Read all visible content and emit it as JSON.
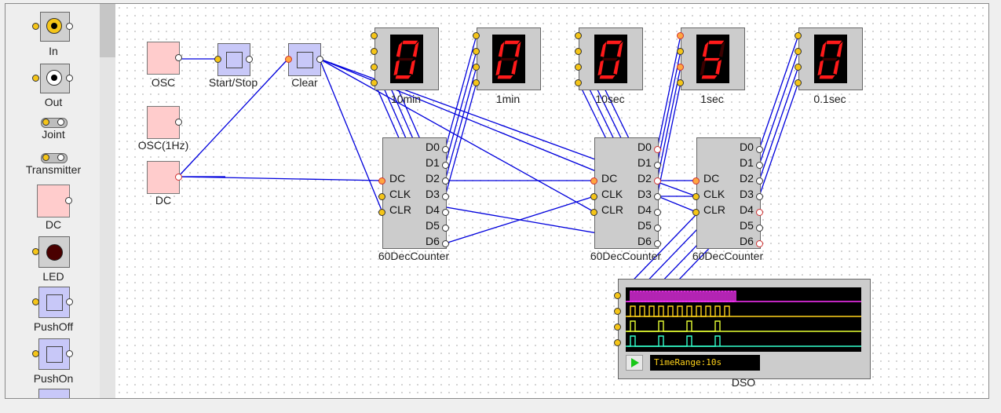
{
  "palette": {
    "items": [
      {
        "label": "In",
        "icon": "input-icon"
      },
      {
        "label": "Out",
        "icon": "output-icon"
      },
      {
        "label": "Joint",
        "icon": "joint-icon"
      },
      {
        "label": "Transmitter",
        "icon": "transmitter-icon"
      },
      {
        "label": "DC",
        "icon": "dc-icon"
      },
      {
        "label": "LED",
        "icon": "led-icon"
      },
      {
        "label": "PushOff",
        "icon": "pushoff-icon"
      },
      {
        "label": "PushOn",
        "icon": "pushon-icon"
      }
    ]
  },
  "circuit": {
    "osc": {
      "label": "OSC"
    },
    "osc1hz": {
      "label": "OSC(1Hz)"
    },
    "dc": {
      "label": "DC"
    },
    "start_stop": {
      "label": "Start/Stop"
    },
    "clear": {
      "label": "Clear"
    },
    "displays": [
      {
        "label": "10min",
        "digit": "0"
      },
      {
        "label": "1min",
        "digit": "0"
      },
      {
        "label": "10sec",
        "digit": "0"
      },
      {
        "label": "1sec",
        "digit": "5"
      },
      {
        "label": "0.1sec",
        "digit": "0"
      }
    ],
    "counters": [
      {
        "label": "60DecCounter"
      },
      {
        "label": "60DecCounter"
      },
      {
        "label": "60DecCounter"
      }
    ],
    "counter_inputs": [
      "DC",
      "CLK",
      "CLR"
    ],
    "counter_outputs": [
      "D0",
      "D1",
      "D2",
      "D3",
      "D4",
      "D5",
      "D6"
    ],
    "dso": {
      "label": "DSO",
      "time_range": "TimeRange:10s",
      "trace_colors": [
        "#ff33ff",
        "#ffd21a",
        "#e6ff33",
        "#33ffcc"
      ]
    }
  },
  "colors": {
    "wire": "#0000dd",
    "segment_on": "#ff1a1a",
    "segment_off": "#3a0000"
  }
}
